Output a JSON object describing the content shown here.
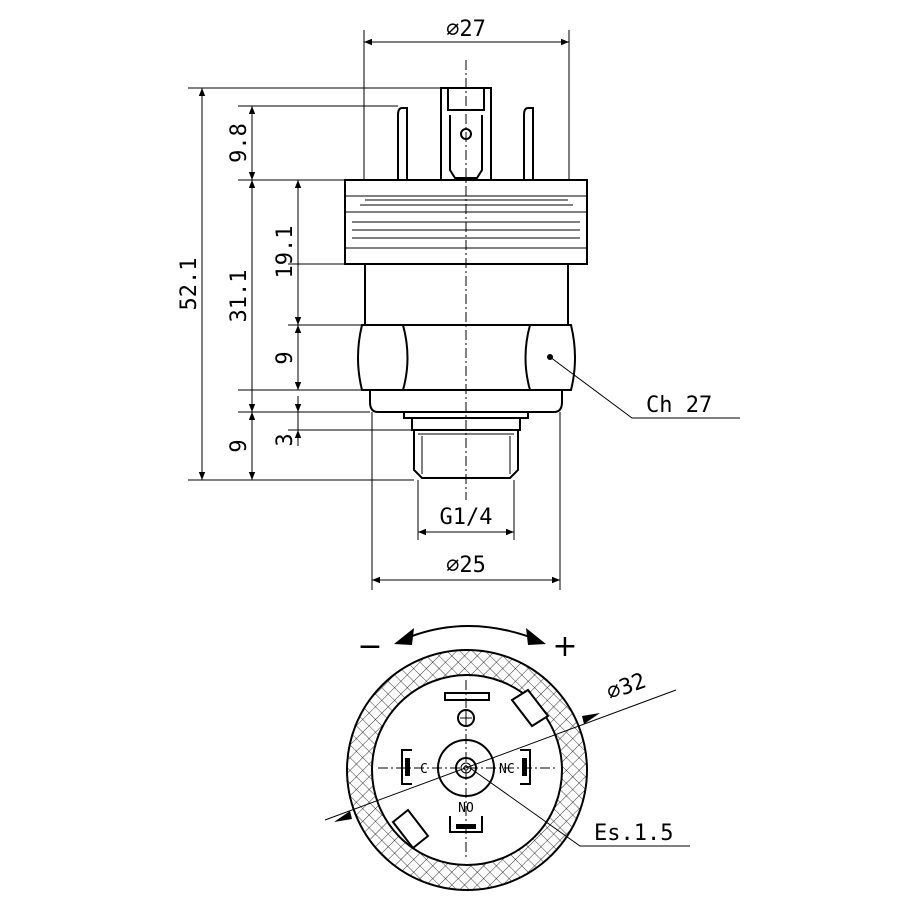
{
  "dimensions": {
    "dia_top": "⌀27",
    "height_total": "52.1",
    "h_terminals": "9.8",
    "h_body": "31.1",
    "h_connector": "19.1",
    "h_hex": "9",
    "h_collar": "3",
    "h_thread": "9",
    "hex_size": "Ch 27",
    "thread": "G1/4",
    "dia_bottom": "⌀25",
    "dia_view": "⌀32",
    "screw": "Es.1.5"
  },
  "terminals": {
    "common": "C",
    "normally_closed": "NC",
    "normally_open": "NO"
  },
  "adjust": {
    "minus": "−",
    "plus": "+"
  }
}
